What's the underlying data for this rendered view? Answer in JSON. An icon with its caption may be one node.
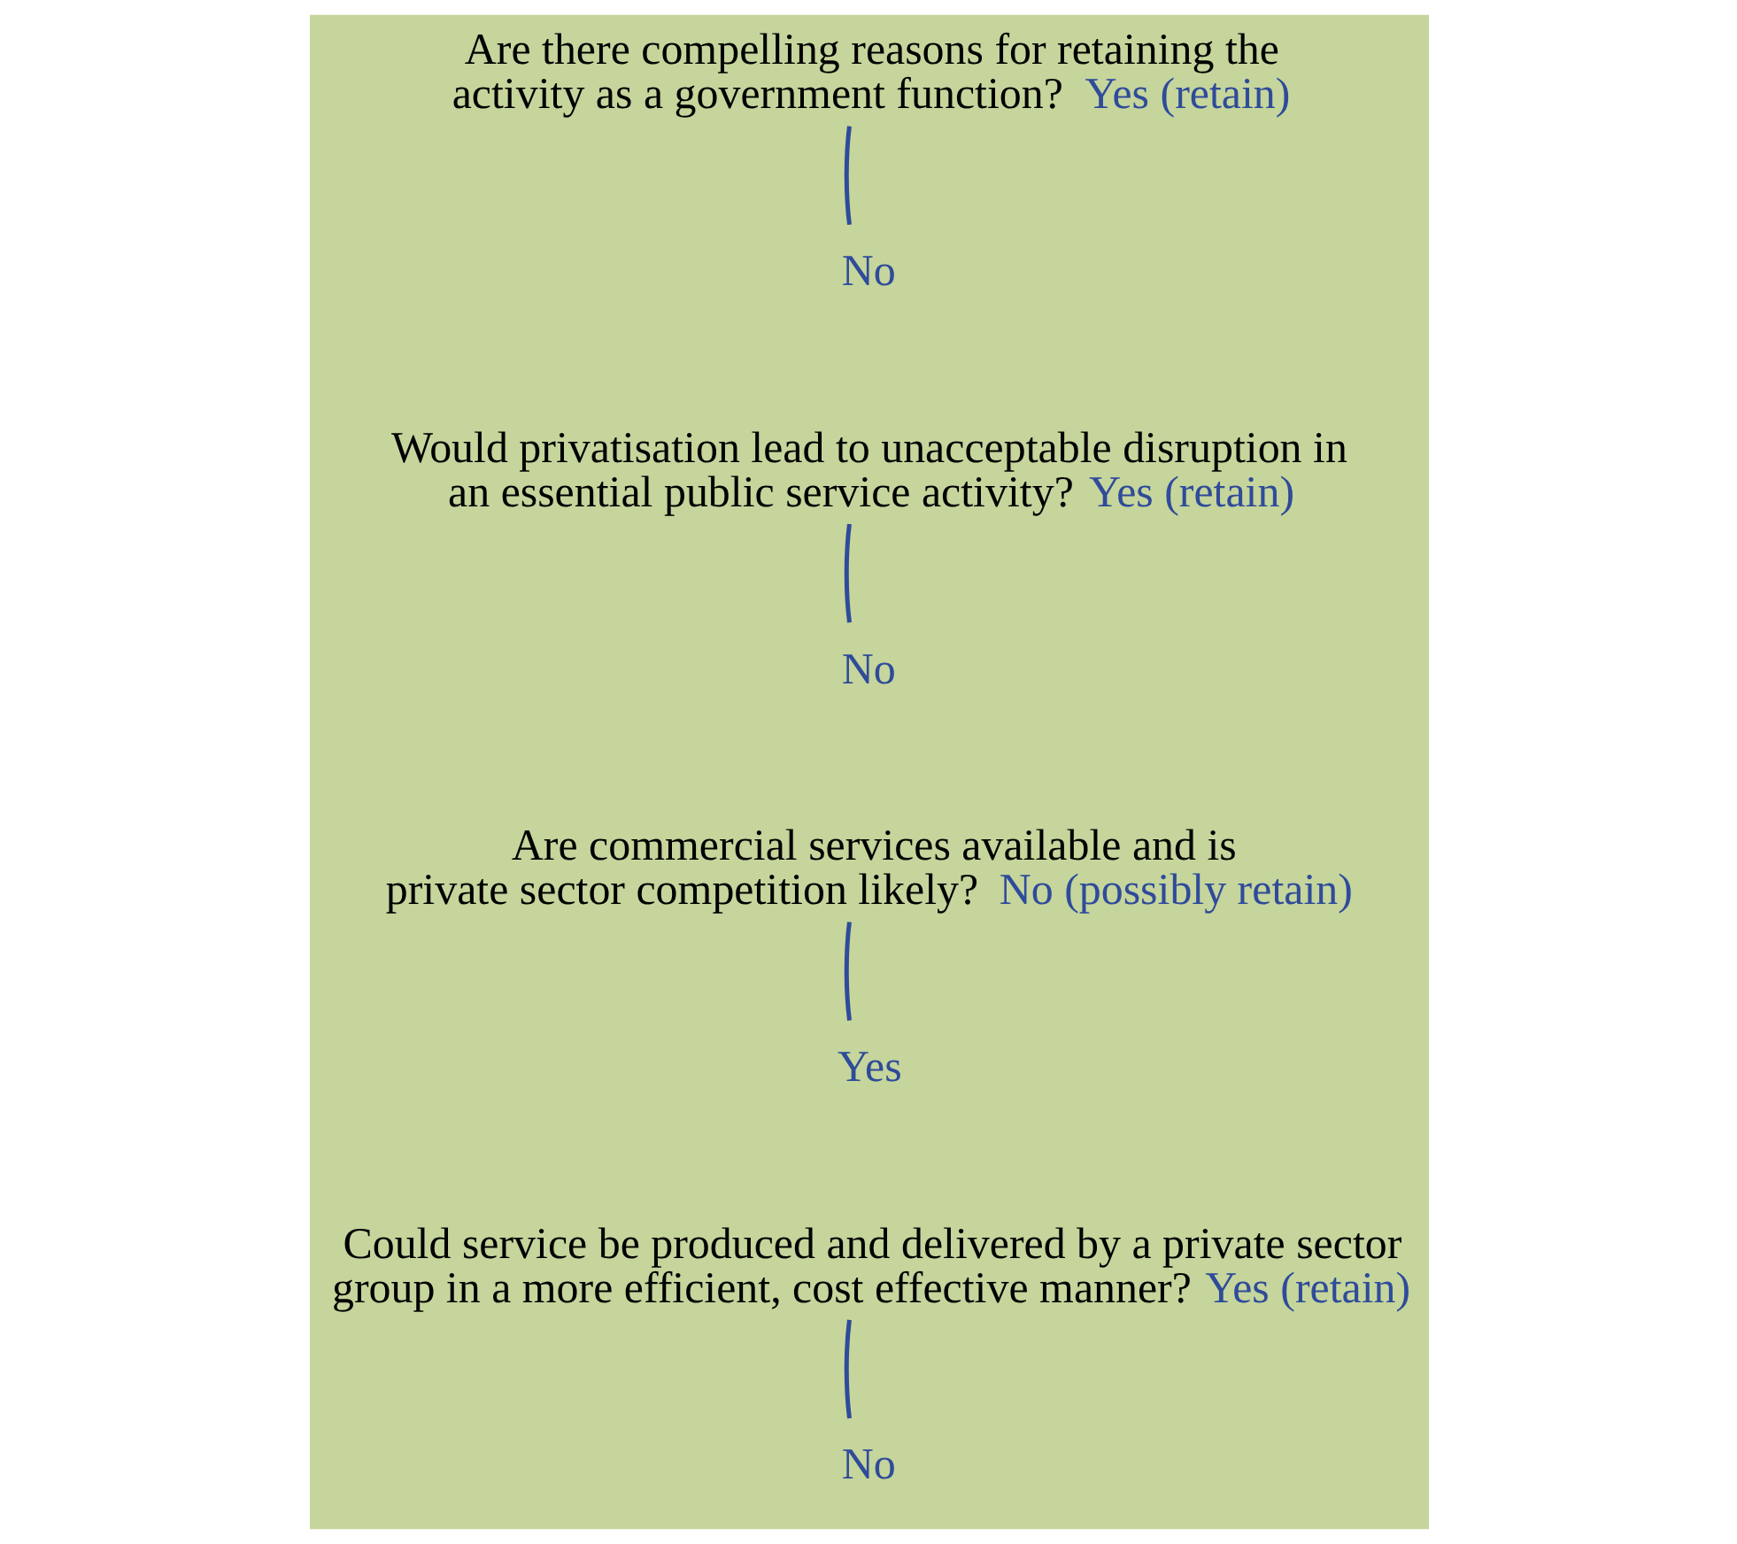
{
  "diagram": {
    "nodes": [
      {
        "text": [
          "Are there compelling reasons for retaining the activity as a government function?",
          "Yes (retain)"
        ]
      },
      {
        "text": [
          "No"
        ]
      },
      {
        "text": [
          "Would privatisation lead to unacceptable disruption in an essential public service activity?",
          "Yes (retain)"
        ]
      },
      {
        "text": [
          "No"
        ]
      },
      {
        "text": [
          "Are commercial services available and is private sector competition likely?",
          "No (possibly retain)"
        ]
      },
      {
        "text": [
          "Yes"
        ]
      },
      {
        "text": [
          "Could service be produced and delivered by a private sector group in a more efficient, cost effective manner?",
          "Yes (retain)"
        ]
      },
      {
        "text": [
          "No"
        ]
      }
    ],
    "edges": [
      {
        "from": 0,
        "to": 1,
        "arrow": "none"
      },
      {
        "from": 2,
        "to": 3,
        "arrow": "none"
      },
      {
        "from": 4,
        "to": 5,
        "arrow": "none"
      },
      {
        "from": 6,
        "to": 7,
        "arrow": "none"
      }
    ]
  }
}
